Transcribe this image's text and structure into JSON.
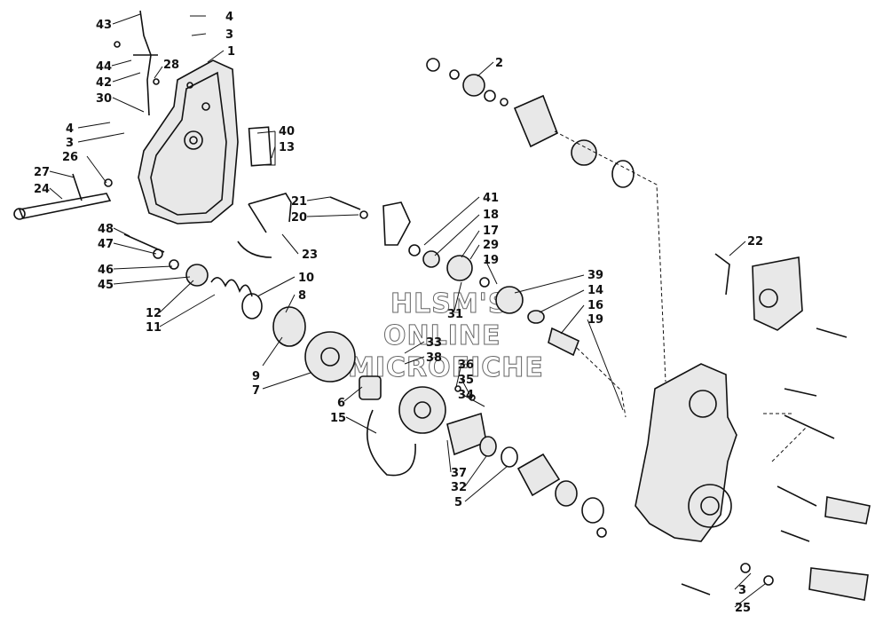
{
  "watermark": [
    "HLSM'S",
    "ONLINE",
    "MICROFICHE"
  ],
  "callouts": [
    {
      "id": "c43",
      "text": "43"
    },
    {
      "id": "c44",
      "text": "44"
    },
    {
      "id": "c42",
      "text": "42"
    },
    {
      "id": "c28",
      "text": "28"
    },
    {
      "id": "c30",
      "text": "30"
    },
    {
      "id": "c4a",
      "text": "4"
    },
    {
      "id": "c3a",
      "text": "3"
    },
    {
      "id": "c1",
      "text": "1"
    },
    {
      "id": "c4b",
      "text": "4"
    },
    {
      "id": "c3b",
      "text": "3"
    },
    {
      "id": "c26",
      "text": "26"
    },
    {
      "id": "c27",
      "text": "27"
    },
    {
      "id": "c24",
      "text": "24"
    },
    {
      "id": "c40",
      "text": "40"
    },
    {
      "id": "c13",
      "text": "13"
    },
    {
      "id": "c2",
      "text": "2"
    },
    {
      "id": "c21",
      "text": "21"
    },
    {
      "id": "c20",
      "text": "20"
    },
    {
      "id": "c23",
      "text": "23"
    },
    {
      "id": "c41",
      "text": "41"
    },
    {
      "id": "c18",
      "text": "18"
    },
    {
      "id": "c17",
      "text": "17"
    },
    {
      "id": "c29",
      "text": "29"
    },
    {
      "id": "c19a",
      "text": "19"
    },
    {
      "id": "c22",
      "text": "22"
    },
    {
      "id": "c48",
      "text": "48"
    },
    {
      "id": "c47",
      "text": "47"
    },
    {
      "id": "c46",
      "text": "46"
    },
    {
      "id": "c45",
      "text": "45"
    },
    {
      "id": "c12",
      "text": "12"
    },
    {
      "id": "c11",
      "text": "11"
    },
    {
      "id": "c10",
      "text": "10"
    },
    {
      "id": "c8",
      "text": "8"
    },
    {
      "id": "c39",
      "text": "39"
    },
    {
      "id": "c14",
      "text": "14"
    },
    {
      "id": "c16",
      "text": "16"
    },
    {
      "id": "c19b",
      "text": "19"
    },
    {
      "id": "c31",
      "text": "31"
    },
    {
      "id": "c33",
      "text": "33"
    },
    {
      "id": "c38",
      "text": "38"
    },
    {
      "id": "c9",
      "text": "9"
    },
    {
      "id": "c7",
      "text": "7"
    },
    {
      "id": "c36",
      "text": "36"
    },
    {
      "id": "c35",
      "text": "35"
    },
    {
      "id": "c34",
      "text": "34"
    },
    {
      "id": "c6",
      "text": "6"
    },
    {
      "id": "c15",
      "text": "15"
    },
    {
      "id": "c37",
      "text": "37"
    },
    {
      "id": "c32",
      "text": "32"
    },
    {
      "id": "c5",
      "text": "5"
    },
    {
      "id": "c3c",
      "text": "3"
    },
    {
      "id": "c25",
      "text": "25"
    }
  ]
}
